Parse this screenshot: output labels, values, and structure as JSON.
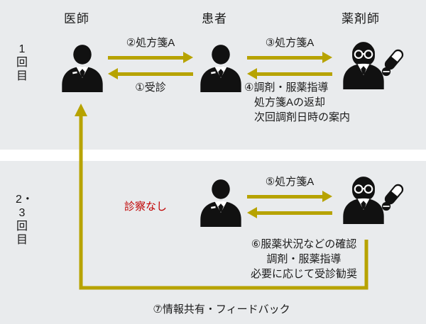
{
  "colors": {
    "background": "#e9ebed",
    "divider": "#ffffff",
    "arrow": "#b7a300",
    "text": "#1a1a1a",
    "icon": "#111111",
    "alert": "#c00000"
  },
  "columns": {
    "doctor": "医師",
    "patient": "患者",
    "pharmacist": "薬剤師"
  },
  "sections": {
    "first": {
      "label": "1回目"
    },
    "repeat": {
      "label": "2・3回目"
    }
  },
  "steps": {
    "step1": "①受診",
    "step2": "②処方箋A",
    "step3": "③処方箋A",
    "step4": [
      "④調剤・服薬指導",
      "処方箋Aの返却",
      "次回調剤日時の案内"
    ],
    "step5": "⑤処方箋A",
    "step6": [
      "⑥服薬状況などの確認",
      "調剤・服薬指導",
      "必要に応じて受診勧奨"
    ],
    "step7": "⑦情報共有・フィードバック"
  },
  "notes": {
    "no_exam": "診察なし"
  },
  "icons": {
    "doctor": "doctor-person-icon",
    "patient": "patient-person-icon",
    "pharmacist": "pharmacist-person-icon",
    "capsule": "capsule-icon",
    "tablet": "tablet-icon"
  }
}
